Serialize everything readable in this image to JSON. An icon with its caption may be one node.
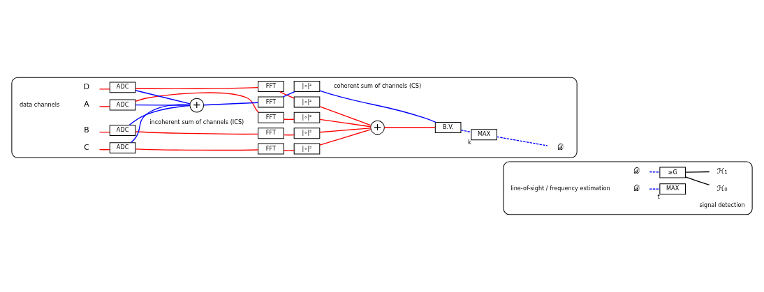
{
  "diagram": {
    "nodes": [
      {
        "text": [],
        "shape": "box"
      },
      {
        "text": [],
        "shape": "box"
      },
      {
        "text": [
          "A"
        ],
        "in": 0
      },
      {
        "text": [
          "B"
        ],
        "in": 0
      },
      {
        "text": [
          "C"
        ],
        "in": 0
      },
      {
        "text": [
          "D"
        ],
        "in": 0
      },
      {
        "text": [
          "ADC"
        ],
        "in": 0
      },
      {
        "text": [
          "ADC"
        ],
        "in": 0
      },
      {
        "text": [
          "ADC"
        ],
        "in": 0
      },
      {
        "text": [
          "ADC"
        ],
        "in": 0
      },
      {
        "text": [
          "FFT"
        ],
        "in": 0
      },
      {
        "text": [
          "FFT"
        ],
        "in": 0
      },
      {
        "text": [
          "FFT"
        ],
        "in": 0
      },
      {
        "text": [
          "FFT"
        ],
        "in": 0
      },
      {
        "text": [
          "|∘|²"
        ],
        "in": 0
      },
      {
        "text": [
          "|∘|²"
        ],
        "in": 0
      },
      {
        "text": [
          "|∘|²"
        ],
        "in": 0
      },
      {
        "text": [
          "|∘|²"
        ],
        "in": 0
      },
      {
        "text": [
          "+"
        ],
        "in": 0
      },
      {
        "text": [
          "+"
        ],
        "in": 0
      },
      {
        "text": [
          "FFT"
        ],
        "in": 0
      },
      {
        "text": [
          "|∘|²"
        ],
        "in": 0
      },
      {
        "text": [
          "B.V."
        ],
        "in": 0
      },
      {
        "text": [
          "MAX"
        ],
        "in": 0,
        "beside": [
          "k"
        ]
      },
      {
        "text": [
          "𝒟"
        ],
        "in": 0
      },
      {
        "text": [
          "𝒟"
        ],
        "in": 1
      },
      {
        "text": [
          "MAX"
        ],
        "in": 1,
        "beside": [
          "t"
        ]
      },
      {
        "text": [
          "𝒟"
        ],
        "in": 1
      },
      {
        "text": [
          "≥G"
        ],
        "in": 1
      },
      {
        "text": [
          "ℋ₀"
        ],
        "in": 1
      },
      {
        "text": [
          "ℋ₁"
        ],
        "in": 1
      }
    ],
    "edges": [
      {
        "from": 2,
        "to": 6,
        "arrow": "none"
      },
      {
        "from": 3,
        "to": 7,
        "arrow": "none"
      },
      {
        "from": 4,
        "to": 8,
        "arrow": "none"
      },
      {
        "from": 5,
        "to": 9,
        "arrow": "none"
      },
      {
        "from": 6,
        "to": 10,
        "arrow": "none"
      },
      {
        "from": 7,
        "to": 11,
        "arrow": "none"
      },
      {
        "from": 8,
        "to": 12,
        "arrow": "none"
      },
      {
        "from": 9,
        "to": 13,
        "arrow": "none"
      },
      {
        "from": 10,
        "to": 14,
        "arrow": "none"
      },
      {
        "from": 11,
        "to": 15,
        "arrow": "none"
      },
      {
        "from": 12,
        "to": 16,
        "arrow": "none"
      },
      {
        "from": 13,
        "to": 17,
        "arrow": "none"
      },
      {
        "from": 14,
        "to": 18,
        "arrow": "none"
      },
      {
        "from": 15,
        "to": 18,
        "arrow": "none"
      },
      {
        "from": 16,
        "to": 18,
        "arrow": "none"
      },
      {
        "from": 17,
        "to": 18,
        "arrow": "none"
      },
      {
        "from": 6,
        "to": 19,
        "arrow": "none",
        "color": "#0000ff"
      },
      {
        "from": 7,
        "to": 19,
        "arrow": "none",
        "color": "#0000ff"
      },
      {
        "from": 8,
        "to": 19,
        "arrow": "none",
        "color": "#0000ff"
      },
      {
        "from": 9,
        "to": 19,
        "arrow": "none",
        "color": "#0000ff"
      },
      {
        "from": 19,
        "to": 20,
        "arrow": "none",
        "color": "#0000ff"
      },
      {
        "from": 20,
        "to": 21,
        "arrow": "none",
        "color": "#0000ff"
      },
      {
        "from": 18,
        "to": 22,
        "arrow": "none"
      },
      {
        "from": 21,
        "to": 22,
        "arrow": "none",
        "color": "#0000ff"
      },
      {
        "from": 22,
        "to": 23,
        "arrow": "none",
        "style": "dashed",
        "color": "#0000ff"
      },
      {
        "from": 23,
        "to": 24,
        "arrow": "none",
        "style": "dashed",
        "color": "#0000ff"
      },
      {
        "from": 25,
        "to": 26,
        "arrow": "none",
        "style": "dashed",
        "color": "#0000ff"
      },
      {
        "from": 27,
        "to": 28,
        "arrow": "none",
        "style": "dashed",
        "color": "#0000ff"
      },
      {
        "from": 28,
        "to": 29,
        "arrow": "none",
        "color": "#000000"
      },
      {
        "from": 28,
        "to": 30,
        "arrow": "none",
        "color": "#000000"
      }
    ],
    "labels": [
      "data channels",
      "incoherent sum of channels (ICS)",
      "coherent sum of channels (CS)",
      "line-of-sight / frequency estimation",
      "signal detection"
    ]
  }
}
